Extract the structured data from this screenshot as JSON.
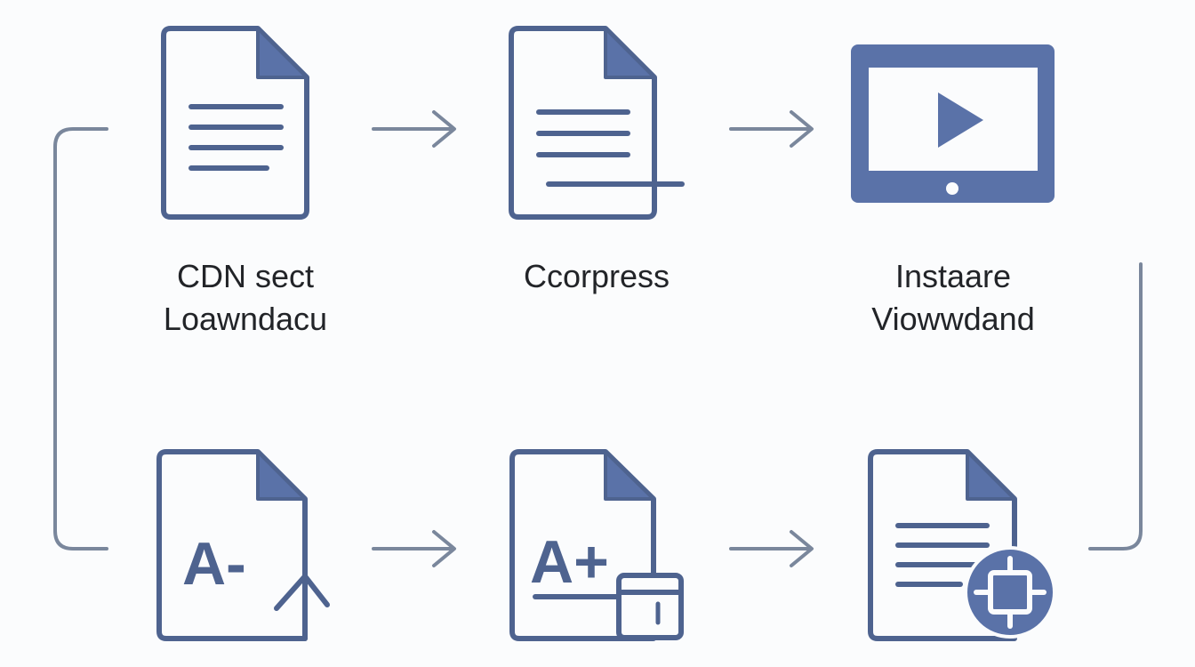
{
  "colors": {
    "icon_stroke": "#4e638f",
    "icon_fill": "#5a72a8",
    "connector": "#7a879c",
    "text": "#222428",
    "background": "#fbfcfd"
  },
  "steps": [
    {
      "icon": "document-icon",
      "lines": [
        "CDN sect",
        "Loawndacu"
      ]
    },
    {
      "icon": "compressed-document-icon",
      "lines": [
        "Ccorpress",
        ""
      ]
    },
    {
      "icon": "video-monitor-icon",
      "lines": [
        "Instaare",
        "Viowwdand"
      ]
    },
    {
      "icon": "font-decrease-document-icon",
      "lines": [
        "",
        ""
      ]
    },
    {
      "icon": "font-increase-document-icon",
      "lines": [
        "",
        ""
      ]
    },
    {
      "icon": "document-settings-icon",
      "lines": [
        "",
        ""
      ]
    }
  ],
  "glyphs": {
    "font_decrease": "A-",
    "font_increase": "A+"
  }
}
